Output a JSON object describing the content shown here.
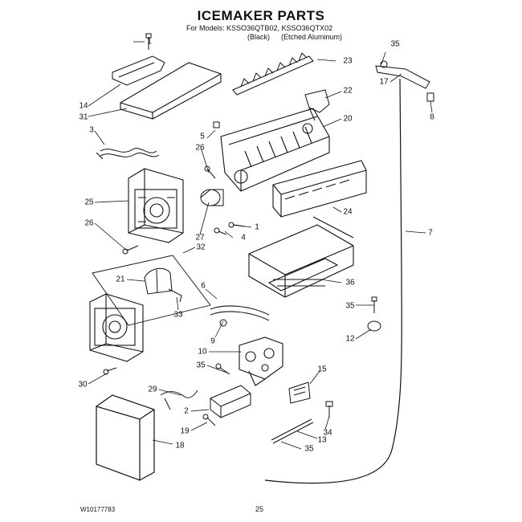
{
  "header": {
    "title": "ICEMAKER PARTS",
    "models_line": "For Models: KSSO36QTB02, KSSO36QTX02",
    "black_label": "(Black)",
    "aluminum_label": "(Etched Aluminum)"
  },
  "callouts": {
    "c1a": "1",
    "c14": "14",
    "c31": "31",
    "c3": "3",
    "c23": "23",
    "c35a": "35",
    "c17": "17",
    "c8": "8",
    "c22": "22",
    "c5": "5",
    "c20": "20",
    "c26a": "26",
    "c25": "25",
    "c24": "24",
    "c26b": "26",
    "c1b": "1",
    "c4": "4",
    "c27": "27",
    "c32": "32",
    "c7": "7",
    "c21": "21",
    "c33": "33",
    "c36": "36",
    "c6": "6",
    "c35b": "35",
    "c9": "9",
    "c12": "12",
    "c10": "10",
    "c35c": "35",
    "c15": "15",
    "c30": "30",
    "c29": "29",
    "c2": "2",
    "c34": "34",
    "c19": "19",
    "c13": "13",
    "c18": "18",
    "c35d": "35"
  },
  "footer": {
    "doc_number": "W10177783",
    "page": "25"
  }
}
